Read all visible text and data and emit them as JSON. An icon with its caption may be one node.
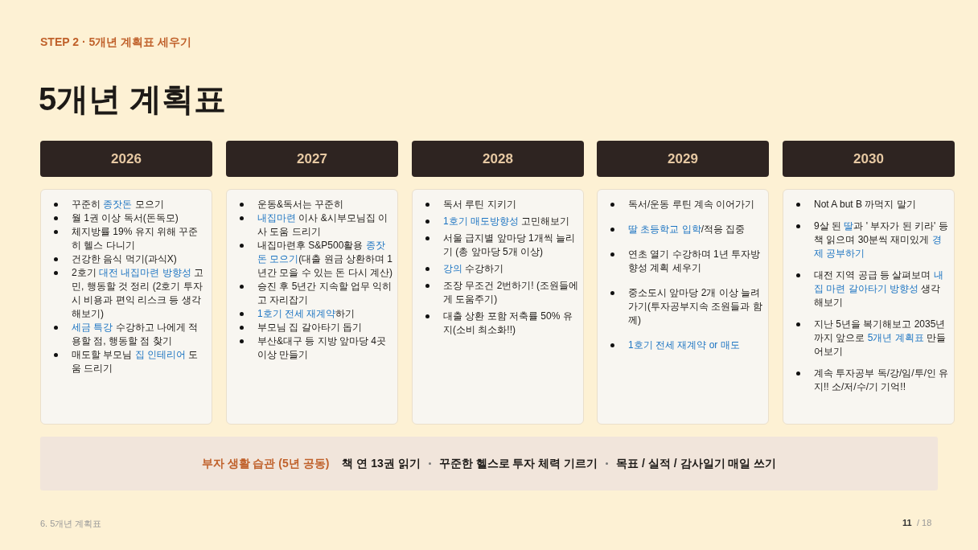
{
  "diagram": {
    "title": "5개년 계획표",
    "nodes": [
      {
        "text": [
          "2026"
        ]
      },
      {
        "text": [
          "2027"
        ]
      },
      {
        "text": [
          "2028"
        ]
      },
      {
        "text": [
          "2029"
        ]
      },
      {
        "text": [
          "2030"
        ]
      },
      {
        "text": [
          "꾸준히 **종잣돈** 모으기",
          "월 1권 이상 독서(돈독모)",
          "체지방률 19% 유지 위해 꾸준히 헬스 다니기",
          "건강한 음식 먹기(과식X)",
          "2호기 **대전 내집마련 방향성** 고민, 행동할 것 정리 (2호기 투자시 비용과 편익 리스크 등 생각해보기)",
          "**세금 특강** 수강하고 나에게 적용할 점, 행동할 점 찾기",
          "매도할 부모님 **집 인테리어** 도움 드리기"
        ]
      },
      {
        "text": [
          "운동&독서는 꾸준히",
          "**내집마련** 이사 &시부모님집 이사 도움 드리기",
          "내집마련후 S&P500활용 **종잣돈 모으기**(대출 원금 상환하며 1년간 모을 수 있는 돈 다시 계산)",
          "승진 후 5년간 지속할 업무 익히고 자리잡기",
          "**1호기 전세 재계약**하기",
          "부모님 집 갈아타기 돕기",
          "부산&대구 등 지방 앞마당 4곳 이상 만들기"
        ]
      },
      {
        "text": [
          "독서 루틴 지키기",
          "**1호기 매도방향성** 고민해보기",
          "서울 급지별 앞마당 1개씩 늘리기 (총 앞마당 5개 이상)",
          "**강의** 수강하기",
          "조장 무조건 2번하기! (조원들에게 도움주기)",
          "대출 상환 포함 저축률 50% 유지(소비 최소화!!)"
        ]
      },
      {
        "text": [
          "독서/운동 루틴 계속 이어가기",
          "**딸 초등학교 입학**/적응 집중",
          "연초 열기 수강하며 1년 투자방향성 계획 세우기",
          "중소도시 앞마당 2개 이상 늘려가기(투자공부지속 조원들과 함께)",
          "**1호기 전세 재계약 or 매도**"
        ]
      },
      {
        "text": [
          "Not A but B 까먹지 말기",
          "9살 된 **딸**과 ' 부자가 된 키라' 등 책 읽으며 30분씩 재미있게 **경제 공부하기**",
          "대전 지역 공급 등 살펴보며 **내집 마련 갈아타기 방향성** 생각해보기",
          "지난 5년을 복기해보고 2035년까지 앞으로 **5개년 계획표** 만들어보기",
          "계속 투자공부 독/강/임/투/인 유지!! 소/저/수/기 기억!!"
        ]
      },
      {
        "text": [
          "부자 생활 습관 (5년 공동)",
          "책 **연 13권** 읽기",
          "꾸준한 **헬스**로 투자 체력 기르기",
          "**목**표 / **실**적 / **감**사일기 매일 쓰기"
        ]
      }
    ],
    "labels": [
      "STEP 2 · 5개년 계획표 세우기",
      "6. 5개년 계획표",
      "11",
      "/ 18"
    ]
  }
}
